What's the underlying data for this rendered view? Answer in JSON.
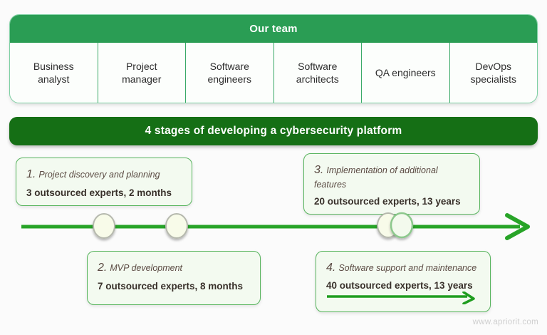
{
  "page": {
    "watermark": "www.apriorit.com",
    "background": "#fbfbfb"
  },
  "team": {
    "header": "Our team",
    "roles": [
      "Business\nanalyst",
      "Project\nmanager",
      "Software\nengineers",
      "Software\narchitects",
      "QA engineers",
      "DevOps\nspecialists"
    ]
  },
  "stages_banner": "4 stages of developing a cybersecurity platform",
  "stages": [
    {
      "number": "1.",
      "title": "Project discovery and planning",
      "detail": "3 outsourced experts, 2 months"
    },
    {
      "number": "2.",
      "title": "MVP development",
      "detail": "7 outsourced experts, 8 months"
    },
    {
      "number": "3.",
      "title": "Implementation of additional features",
      "detail": "20 outsourced experts, 13 years"
    },
    {
      "number": "4.",
      "title": "Software support and maintenance",
      "detail": "40 outsourced experts, 13 years"
    }
  ],
  "timeline": {
    "milestone_count": 4,
    "description": "horizontal arrow with milestone markers"
  },
  "colors": {
    "header_green": "#2a9d54",
    "banner_dark_green": "#156f15",
    "timeline_green": "#28a428",
    "box_border_green": "#57b45d",
    "box_background": "#f3faf0",
    "milestone_fill": "#f8fbe9",
    "milestone_border_gray": "#b5b8ad",
    "milestone_border_green": "#8cc88c",
    "title_text": "#5a4a42",
    "detail_text": "#38302a",
    "watermark_gray": "#cfcfcf"
  }
}
